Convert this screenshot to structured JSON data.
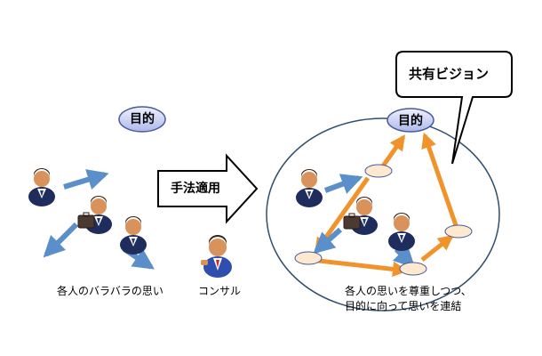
{
  "left": {
    "goal_label": "目的",
    "caption": "各人のバラバラの思い"
  },
  "middle": {
    "arrow_label": "手法適用",
    "consultant_label": "コンサル"
  },
  "right": {
    "goal_label": "目的",
    "vision_label": "共有ビジョン",
    "caption_line1": "各人の思いを尊重しつつ、",
    "caption_line2": "目的に向って思いを連結"
  },
  "colors": {
    "goal_fill": "#c5cdf0",
    "goal_stroke": "#4a5a9a",
    "blue_arrow": "#5b8fc9",
    "orange_arrow": "#f0932b",
    "node_fill": "#fde9cf",
    "circle_stroke": "#2f4f6f"
  },
  "icons": {
    "person": "businessman-icon",
    "briefcase_person": "businessman-with-briefcase-icon",
    "consultant": "consultant-icon"
  }
}
